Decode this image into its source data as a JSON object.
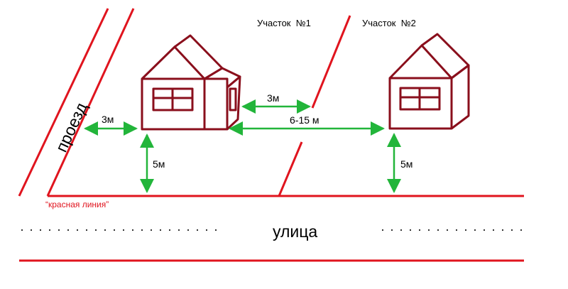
{
  "labels": {
    "lot1": "Участок  №1",
    "lot2": "Участок  №2",
    "passage": "проезд",
    "street": "улица",
    "red_line": "“красная линия”",
    "dist_passage": "3м",
    "dist_redline_house1": "5м",
    "dist_boundary": "3м",
    "dist_between_houses": "6-15 м",
    "dist_redline_house2": "5м"
  },
  "colors": {
    "red": "#e0141e",
    "house": "#8a0f1c",
    "arrow": "#22b53a",
    "dash": "#333333"
  }
}
